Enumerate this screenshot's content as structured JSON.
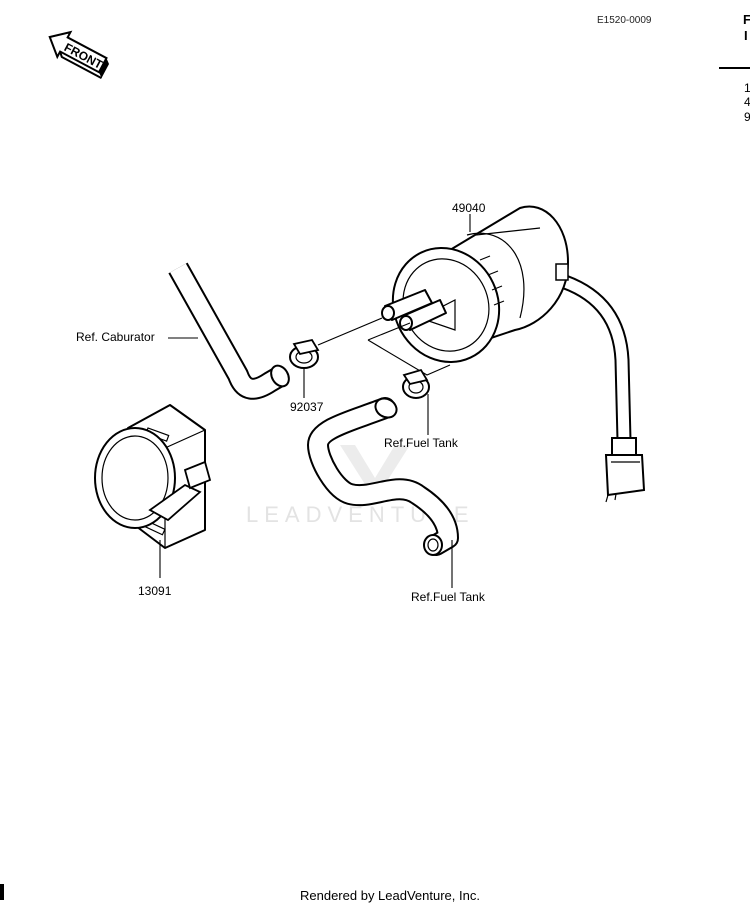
{
  "drawing_code": "E1520-0009",
  "front_label": "FRONT",
  "watermark": "LEADVENTURE",
  "footer": "Rendered by LeadVenture, Inc.",
  "edge_text": {
    "top_right_1": "F",
    "top_right_2": "I",
    "side_1": "1",
    "side_2": "4",
    "side_3": "9"
  },
  "callouts": {
    "fuel_pump": "49040",
    "ref_carburator": "Ref. Caburator",
    "clamp": "92037",
    "ref_fuel_tank_upper": "Ref.Fuel Tank",
    "bracket": "13091",
    "ref_fuel_tank_lower": "Ref.Fuel Tank"
  }
}
